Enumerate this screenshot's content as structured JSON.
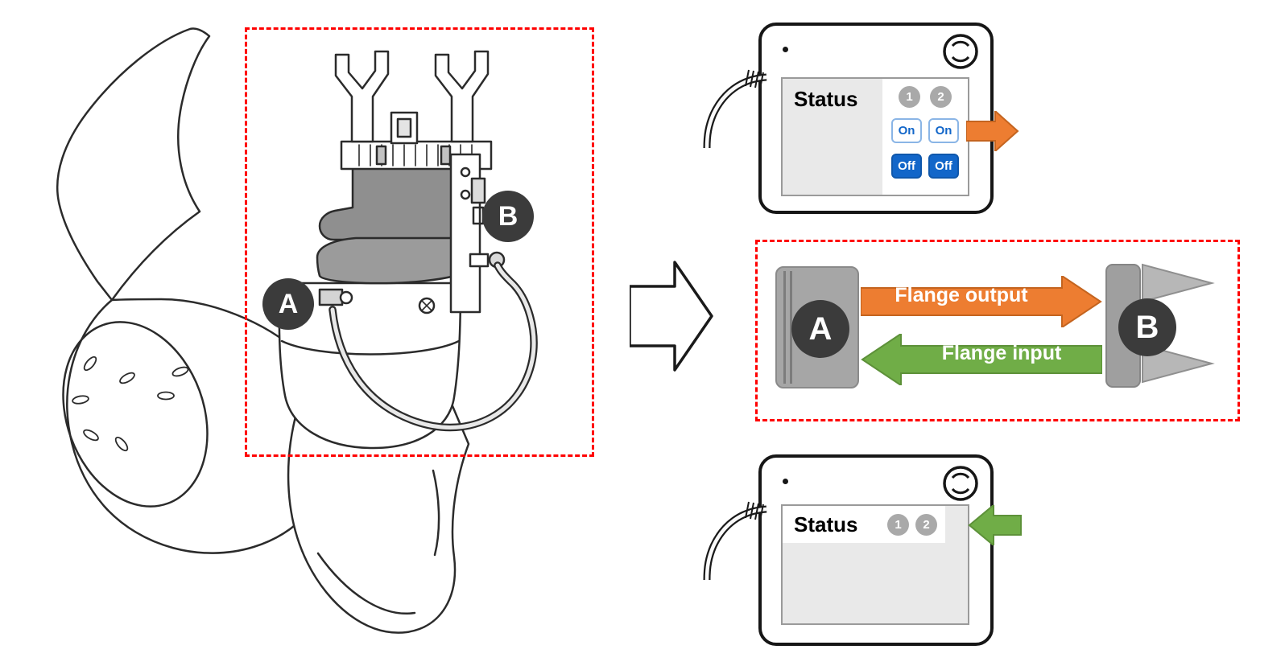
{
  "palette": {
    "outline_red": "#FF0000",
    "arrow_orange": "#ED7D31",
    "arrow_green": "#70AD47",
    "button_blue": "#1266C9",
    "badge_dark": "#3B3B3B",
    "icon_gray": "#A6A6A6"
  },
  "icons": {
    "emergency_stop": "circle-with-arcs",
    "pendant_cable": "coiled-cord",
    "transform_arrow": "hollow-right-arrow"
  },
  "machine": {
    "label_a": "A",
    "label_b": "B"
  },
  "pendant_top": {
    "status_label": "Status",
    "channels": [
      "1",
      "2"
    ],
    "on_label": "On",
    "off_label": "Off"
  },
  "flow": {
    "label_a": "A",
    "label_b": "B",
    "output_label": "Flange output",
    "input_label": "Flange input"
  },
  "pendant_bottom": {
    "status_label": "Status",
    "channels": [
      "1",
      "2"
    ]
  }
}
